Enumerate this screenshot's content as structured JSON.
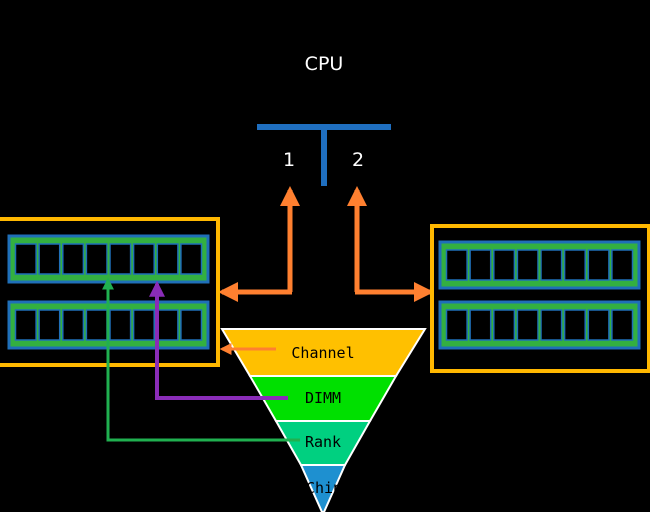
{
  "cpu": {
    "label": "CPU",
    "channel_1": "1",
    "channel_2": "2"
  },
  "hierarchy": {
    "levels": [
      {
        "label": "Channel",
        "color": "#ffc000"
      },
      {
        "label": "DIMM",
        "color": "#00e000"
      },
      {
        "label": "Rank",
        "color": "#00d080"
      },
      {
        "label": "Chip",
        "color": "#1e90d0"
      }
    ]
  },
  "colors": {
    "background": "#000000",
    "bus": "#1f6fc0",
    "channel_arrow": "#ff8030",
    "channel_box": "#ffb800",
    "dimm_arrow": "#8a2cb8",
    "rank_arrow": "#20b050",
    "dimm_border": "#1f6fb8",
    "dimm_fill": "#33b040"
  }
}
